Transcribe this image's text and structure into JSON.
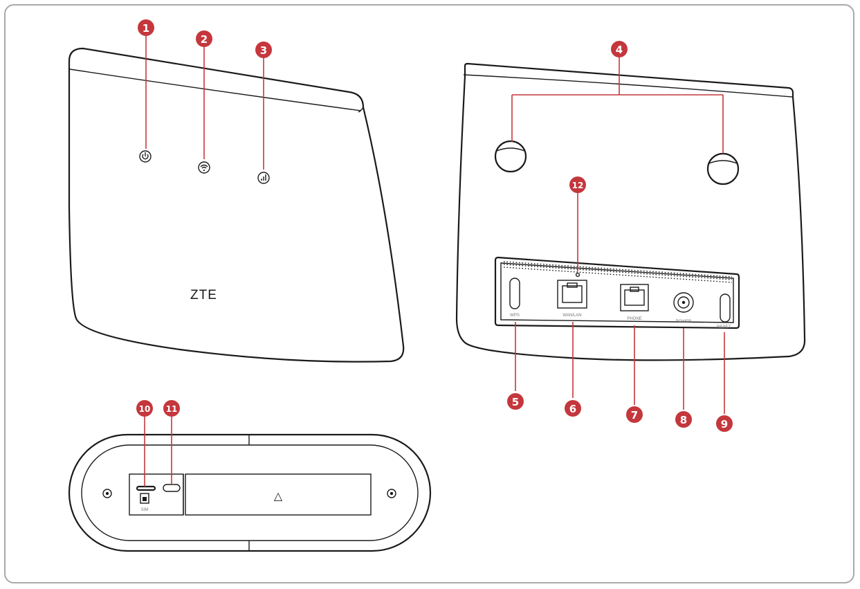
{
  "brand": "ZTE",
  "front": {
    "indicators": [
      {
        "id": "power",
        "icon": "power-icon"
      },
      {
        "id": "wifi",
        "icon": "wifi-icon"
      },
      {
        "id": "signal",
        "icon": "signal-icon"
      }
    ]
  },
  "back": {
    "ports": [
      {
        "id": "wps",
        "label": "WPS",
        "icon": "wps-button-icon"
      },
      {
        "id": "wan-lan",
        "label": "WAN/LAN",
        "icon": "ethernet-port-icon"
      },
      {
        "id": "phone",
        "label": "PHONE",
        "icon": "phone-port-icon"
      },
      {
        "id": "power",
        "label": "POWER",
        "icon": "power-jack-icon"
      },
      {
        "id": "reset",
        "label": "RESET",
        "icon": "reset-button-icon"
      }
    ]
  },
  "bottom": {
    "sim_label": "SIM",
    "cover_symbol": "△"
  },
  "callouts": [
    "1",
    "2",
    "3",
    "4",
    "5",
    "6",
    "7",
    "8",
    "9",
    "10",
    "11",
    "12"
  ],
  "colors": {
    "callout": "#c4373c",
    "outline": "#1a1a1a",
    "frame": "#a9a9a9"
  }
}
